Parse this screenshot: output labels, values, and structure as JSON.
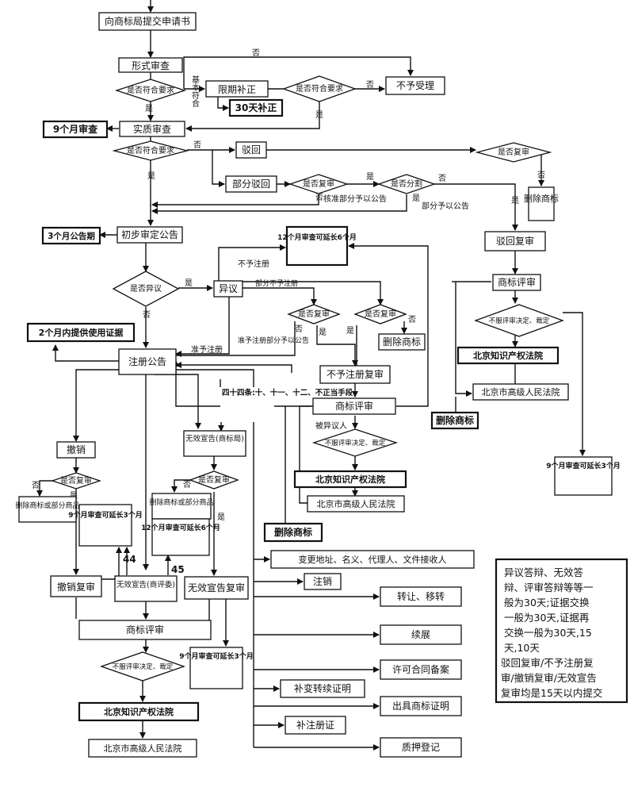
{
  "nodes": {
    "apply": "向商标局提交申请书",
    "formal_review": "形式审查",
    "q_meets1": "是否符合要求",
    "basic_meets": "基本符合",
    "limited_fix": "限期补正",
    "q_meets2": "是否符合要求",
    "not_accept": "不予受理",
    "fix_30": "30天补正",
    "nine_month": "9个月审查",
    "substantive_review": "实质审查",
    "q_meets3": "是否符合要求",
    "reject": "驳回",
    "q_review_top": "是否复审",
    "partial_reject": "部分驳回",
    "q_review2": "是否复审",
    "q_split": "是否分割",
    "approve_part": "核准部分予以公告",
    "split_part": "部分予以公告",
    "delete_mark_top": "删除商标",
    "prelim_announce": "初步审定公告",
    "three_month": "3个月公告期",
    "twelve_month_top": "12个月审查可延长6个月",
    "reject_review": "驳回复审",
    "q_objection": "是否异议",
    "objection": "异议",
    "no_register": "不予注册",
    "partial_no_register": "部分不予注册",
    "q_review3": "是否复审",
    "q_review4": "是否复审",
    "delete_mark_mid": "删除商标",
    "approve_register_part": "准予注册部分予以公告",
    "approve_register": "准予注册",
    "tm_board_right": "商标评审",
    "not_accept_ruling_right": "不服评审决定、裁定",
    "ip_court_right": "北京知识产权法院",
    "high_court_right": "北京市高级人民法院",
    "delete_mark_right": "删除商标",
    "nine_month_right": "9个月审查可延长3个月",
    "two_month": "2个月内提供使用证据",
    "register_announce": "注册公告",
    "art44": "四十四条:十、十一、十二、不正当手段",
    "no_register_review": "不予注册复审",
    "tm_board_mid": "商标评审",
    "by_objector": "被异议人",
    "not_accept_ruling_mid": "不服评审决定、裁定",
    "ip_court_mid": "北京知识产权法院",
    "high_court_mid": "北京市高级人民法院",
    "delete_mark_low": "删除商标",
    "invalid_tmo": "无效宣告(商标局)",
    "q_review5": "是否复审",
    "delete_part_goods_mid": "删除商标或部分商品",
    "twelve_month_mid": "12个月审查可延长6个月",
    "cancel": "撤销",
    "q_review6": "是否复审",
    "delete_part_goods_left": "删除商标或部分商品",
    "nine_month_left": "9个月审查可延长3个月",
    "num44": "44",
    "num45": "45",
    "cancel_review": "撤销复审",
    "invalid_board": "无效宣告(商评委)",
    "invalid_review": "无效宣告复审",
    "tm_board_bottom": "商标评审",
    "not_accept_ruling_bottom": "不服评审决定、裁定",
    "nine_month_bottom": "9个月审查可延长3个月",
    "ip_court_bottom": "北京知识产权法院",
    "high_court_bottom": "北京市高级人民法院"
  },
  "labels": {
    "yes": "是",
    "no": "否"
  },
  "services": [
    "变更地址、名义、代理人、文件接收人",
    "注销",
    "转让、移转",
    "续展",
    "许可合同备案",
    "补变转续证明",
    "出具商标证明",
    "补注册证",
    "质押登记"
  ],
  "note_lines": [
    "异议答辩、无效答",
    "辩、评审答辩等等一",
    "般为30天;证据交换",
    "一般为30天,证据再",
    "交换一般为30天,15",
    "天,10天",
    "驳回复审/不予注册复",
    "审/撤销复审/无效宣告",
    "复审均是15天以内提交"
  ]
}
